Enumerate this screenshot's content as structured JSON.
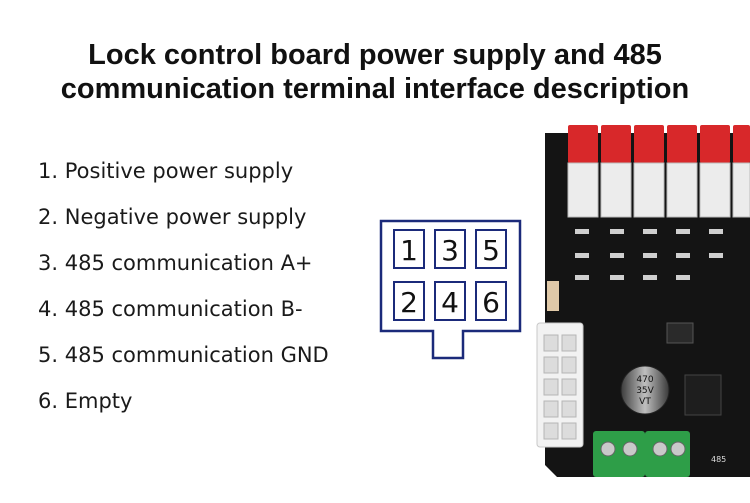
{
  "title": {
    "line1": "Lock control board power supply and 485",
    "line2": "communication terminal interface description"
  },
  "pins": [
    {
      "number": "1.",
      "label": "Positive power supply"
    },
    {
      "number": "2.",
      "label": "Negative power supply"
    },
    {
      "number": "3.",
      "label": "485 communication A+"
    },
    {
      "number": "4.",
      "label": "485 communication B-"
    },
    {
      "number": "5.",
      "label": "485 communication GND"
    },
    {
      "number": "6.",
      "label": "Empty"
    }
  ],
  "connector": {
    "top_row": [
      "1",
      "3",
      "5"
    ],
    "bottom_row": [
      "2",
      "4",
      "6"
    ],
    "outline_color": "#1b2a7a"
  },
  "board": {
    "capacitor": {
      "line1": "470",
      "line2": "35V",
      "line3": "VT"
    },
    "terminal_label": "485",
    "pcb_color": "#141414",
    "header_color": "#d8282a",
    "terminal_color": "#2e9e48"
  }
}
